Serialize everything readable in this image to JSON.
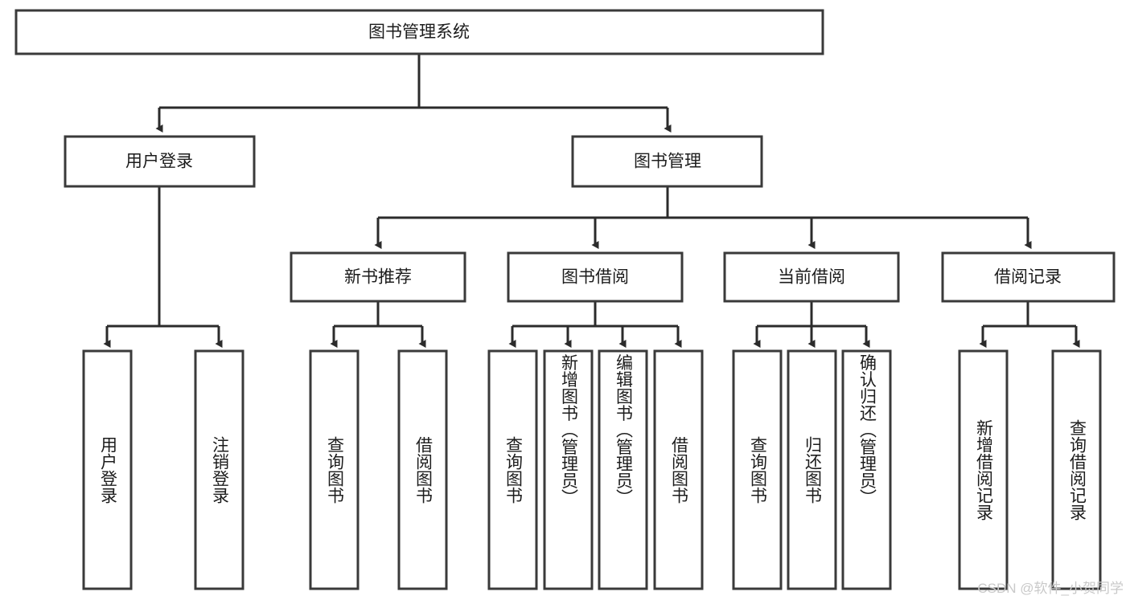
{
  "diagram": {
    "type": "tree-hierarchy",
    "orientation": "top-down",
    "root": {
      "label": "图书管理系统"
    },
    "level2": [
      {
        "id": "user-login",
        "label": "用户登录"
      },
      {
        "id": "book-manage",
        "label": "图书管理"
      }
    ],
    "level3": [
      {
        "id": "new-book-recommend",
        "label": "新书推荐",
        "parent": "book-manage"
      },
      {
        "id": "book-borrow",
        "label": "图书借阅",
        "parent": "book-manage"
      },
      {
        "id": "current-borrow",
        "label": "当前借阅",
        "parent": "book-manage"
      },
      {
        "id": "borrow-record",
        "label": "借阅记录",
        "parent": "book-manage"
      }
    ],
    "leaves": {
      "user-login": [
        {
          "id": "leaf-user-login",
          "label": "用户登录"
        },
        {
          "id": "leaf-user-logout",
          "label": "注销登录"
        }
      ],
      "new-book-recommend": [
        {
          "id": "leaf-query-book-1",
          "label": "查询图书"
        },
        {
          "id": "leaf-borrow-book-1",
          "label": "借阅图书"
        }
      ],
      "book-borrow": [
        {
          "id": "leaf-query-book-2",
          "label": "查询图书"
        },
        {
          "id": "leaf-add-book",
          "label": "新增图书（管理员）"
        },
        {
          "id": "leaf-edit-book",
          "label": "编辑图书（管理员）"
        },
        {
          "id": "leaf-borrow-book-2",
          "label": "借阅图书"
        }
      ],
      "current-borrow": [
        {
          "id": "leaf-query-book-3",
          "label": "查询图书"
        },
        {
          "id": "leaf-return-book",
          "label": "归还图书"
        },
        {
          "id": "leaf-confirm-return",
          "label": "确认归还（管理员）"
        }
      ],
      "borrow-record": [
        {
          "id": "leaf-add-record",
          "label": "新增借阅记录"
        },
        {
          "id": "leaf-query-record",
          "label": "查询借阅记录"
        }
      ]
    },
    "colors": {
      "box_fill": "#ffffff",
      "box_stroke": "#3a3a3a",
      "edge_stroke": "#2b2b2b",
      "text": "#1c1c1c",
      "watermark": "#c9c9c9",
      "background": "#ffffff"
    }
  },
  "watermark": {
    "text": "CSDN @软件_小贺同学"
  }
}
